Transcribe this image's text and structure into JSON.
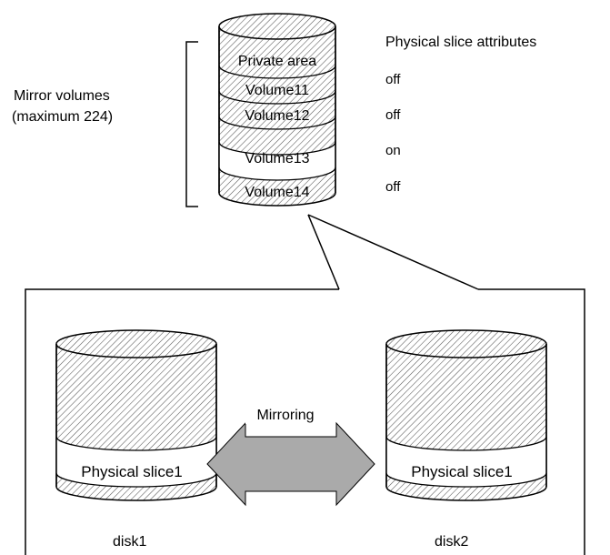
{
  "stack": {
    "slices": [
      {
        "label": "Private area",
        "attribute": ""
      },
      {
        "label": "Volume11",
        "attribute": "off"
      },
      {
        "label": "Volume12",
        "attribute": "off"
      },
      {
        "label": "Volume13",
        "attribute": "on"
      },
      {
        "label": "Volume14",
        "attribute": "off"
      }
    ],
    "attributes_heading": "Physical slice attributes",
    "mirror_label_line1": "Mirror volumes",
    "mirror_label_line2": "(maximum 224)"
  },
  "disks": [
    {
      "name": "disk1",
      "slice_label": "Physical slice1"
    },
    {
      "name": "disk2",
      "slice_label": "Physical slice1"
    }
  ],
  "mirroring_label": "Mirroring"
}
